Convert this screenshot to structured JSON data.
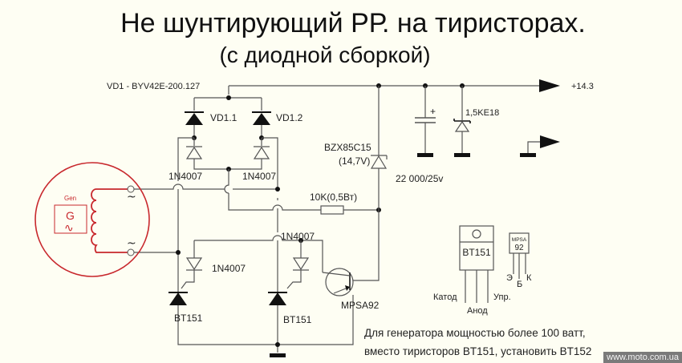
{
  "title": "Не шунтирующий РР. на тиристорах.",
  "subtitle": "(с диодной сборкой)",
  "colors": {
    "background": "#fefef3",
    "wire": "#555555",
    "generator": "#c8282d",
    "ink": "#111111"
  },
  "labels": {
    "vd1_part": "VD1 - BYV42E-200.127",
    "vd1_1": "VD1.1",
    "vd1_2": "VD1.2",
    "d_left": "1N4007",
    "d_right": "1N4007",
    "zener": "BZX85C15",
    "zener_v": "(14,7V)",
    "capacitor": "22 000/25v",
    "tvs": "1,5KE18",
    "output_plus": "+14.3",
    "resistor": "10K(0,5Вт)",
    "d_gate_left": "1N4007",
    "d_gate_right": "1N4007",
    "thyristor_left": "BT151",
    "thyristor_right": "BT151",
    "transistor": "MPSA92",
    "gen_label": "Gen",
    "gen_symbol": "G",
    "gen_wave": "∿",
    "ac_top": "~",
    "ac_bottom": "~",
    "cap_plus": "+"
  },
  "pinouts": {
    "bt151": {
      "name": "BT151",
      "pins": [
        "Катод",
        "Анод",
        "Упр."
      ]
    },
    "mpsa92": {
      "line1": "MPSA",
      "line2": "92",
      "pins": [
        "Э",
        "Б",
        "К"
      ]
    }
  },
  "note": {
    "line1": "Для генератора мощностью более 100 ватт,",
    "line2": "вместо тиристоров BT151, установить BT152"
  },
  "watermark": "www.moto.com.ua"
}
